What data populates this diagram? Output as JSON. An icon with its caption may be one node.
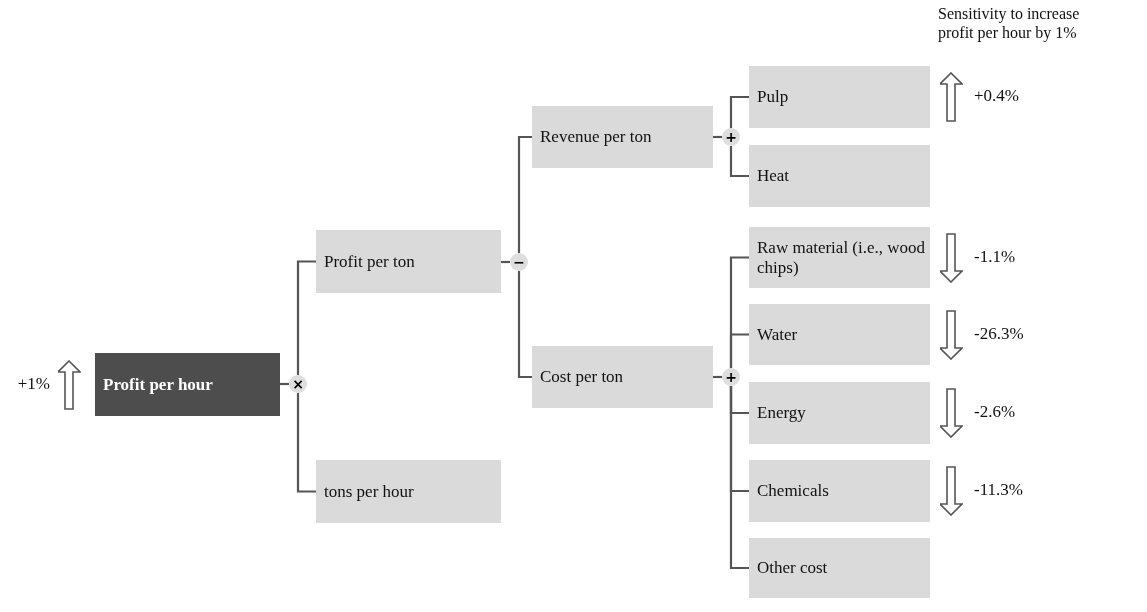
{
  "diagram": {
    "nodes": [
      {
        "text": [
          "Profit per hour"
        ],
        "beside": [
          "+1%"
        ]
      },
      {
        "text": [
          "×"
        ]
      },
      {
        "text": [
          "Profit per ton"
        ]
      },
      {
        "text": [
          "tons per hour"
        ]
      },
      {
        "text": [
          "−"
        ]
      },
      {
        "text": [
          "Revenue per ton"
        ]
      },
      {
        "text": [
          "Cost per ton"
        ]
      },
      {
        "text": [
          "+"
        ]
      },
      {
        "text": [
          "Pulp"
        ],
        "beside": [
          "+0.4%"
        ]
      },
      {
        "text": [
          "Heat"
        ]
      },
      {
        "text": [
          "+"
        ]
      },
      {
        "text": [
          "Raw material (i.e., wood chips)"
        ],
        "beside": [
          "-1.1%"
        ]
      },
      {
        "text": [
          "Water"
        ],
        "beside": [
          "-26.3%"
        ]
      },
      {
        "text": [
          "Energy"
        ],
        "beside": [
          "-2.6%"
        ]
      },
      {
        "text": [
          "Chemicals"
        ],
        "beside": [
          "-11.3%"
        ]
      },
      {
        "text": [
          "Other cost"
        ]
      }
    ],
    "edges": [
      {
        "from": 0,
        "to": 1,
        "arrow": "none"
      },
      {
        "from": 1,
        "to": 2,
        "arrow": "none"
      },
      {
        "from": 1,
        "to": 3,
        "arrow": "none"
      },
      {
        "from": 2,
        "to": 4,
        "arrow": "none"
      },
      {
        "from": 4,
        "to": 5,
        "arrow": "none"
      },
      {
        "from": 4,
        "to": 6,
        "arrow": "none"
      },
      {
        "from": 5,
        "to": 7,
        "arrow": "none"
      },
      {
        "from": 7,
        "to": 8,
        "arrow": "none"
      },
      {
        "from": 7,
        "to": 9,
        "arrow": "none"
      },
      {
        "from": 6,
        "to": 10,
        "arrow": "none"
      },
      {
        "from": 10,
        "to": 11,
        "arrow": "none"
      },
      {
        "from": 10,
        "to": 12,
        "arrow": "none"
      },
      {
        "from": 10,
        "to": 13,
        "arrow": "none"
      },
      {
        "from": 10,
        "to": 14,
        "arrow": "none"
      },
      {
        "from": 10,
        "to": 15,
        "arrow": "none"
      }
    ],
    "labels": [
      "Sensitivity to increase profit per hour by 1%"
    ]
  }
}
